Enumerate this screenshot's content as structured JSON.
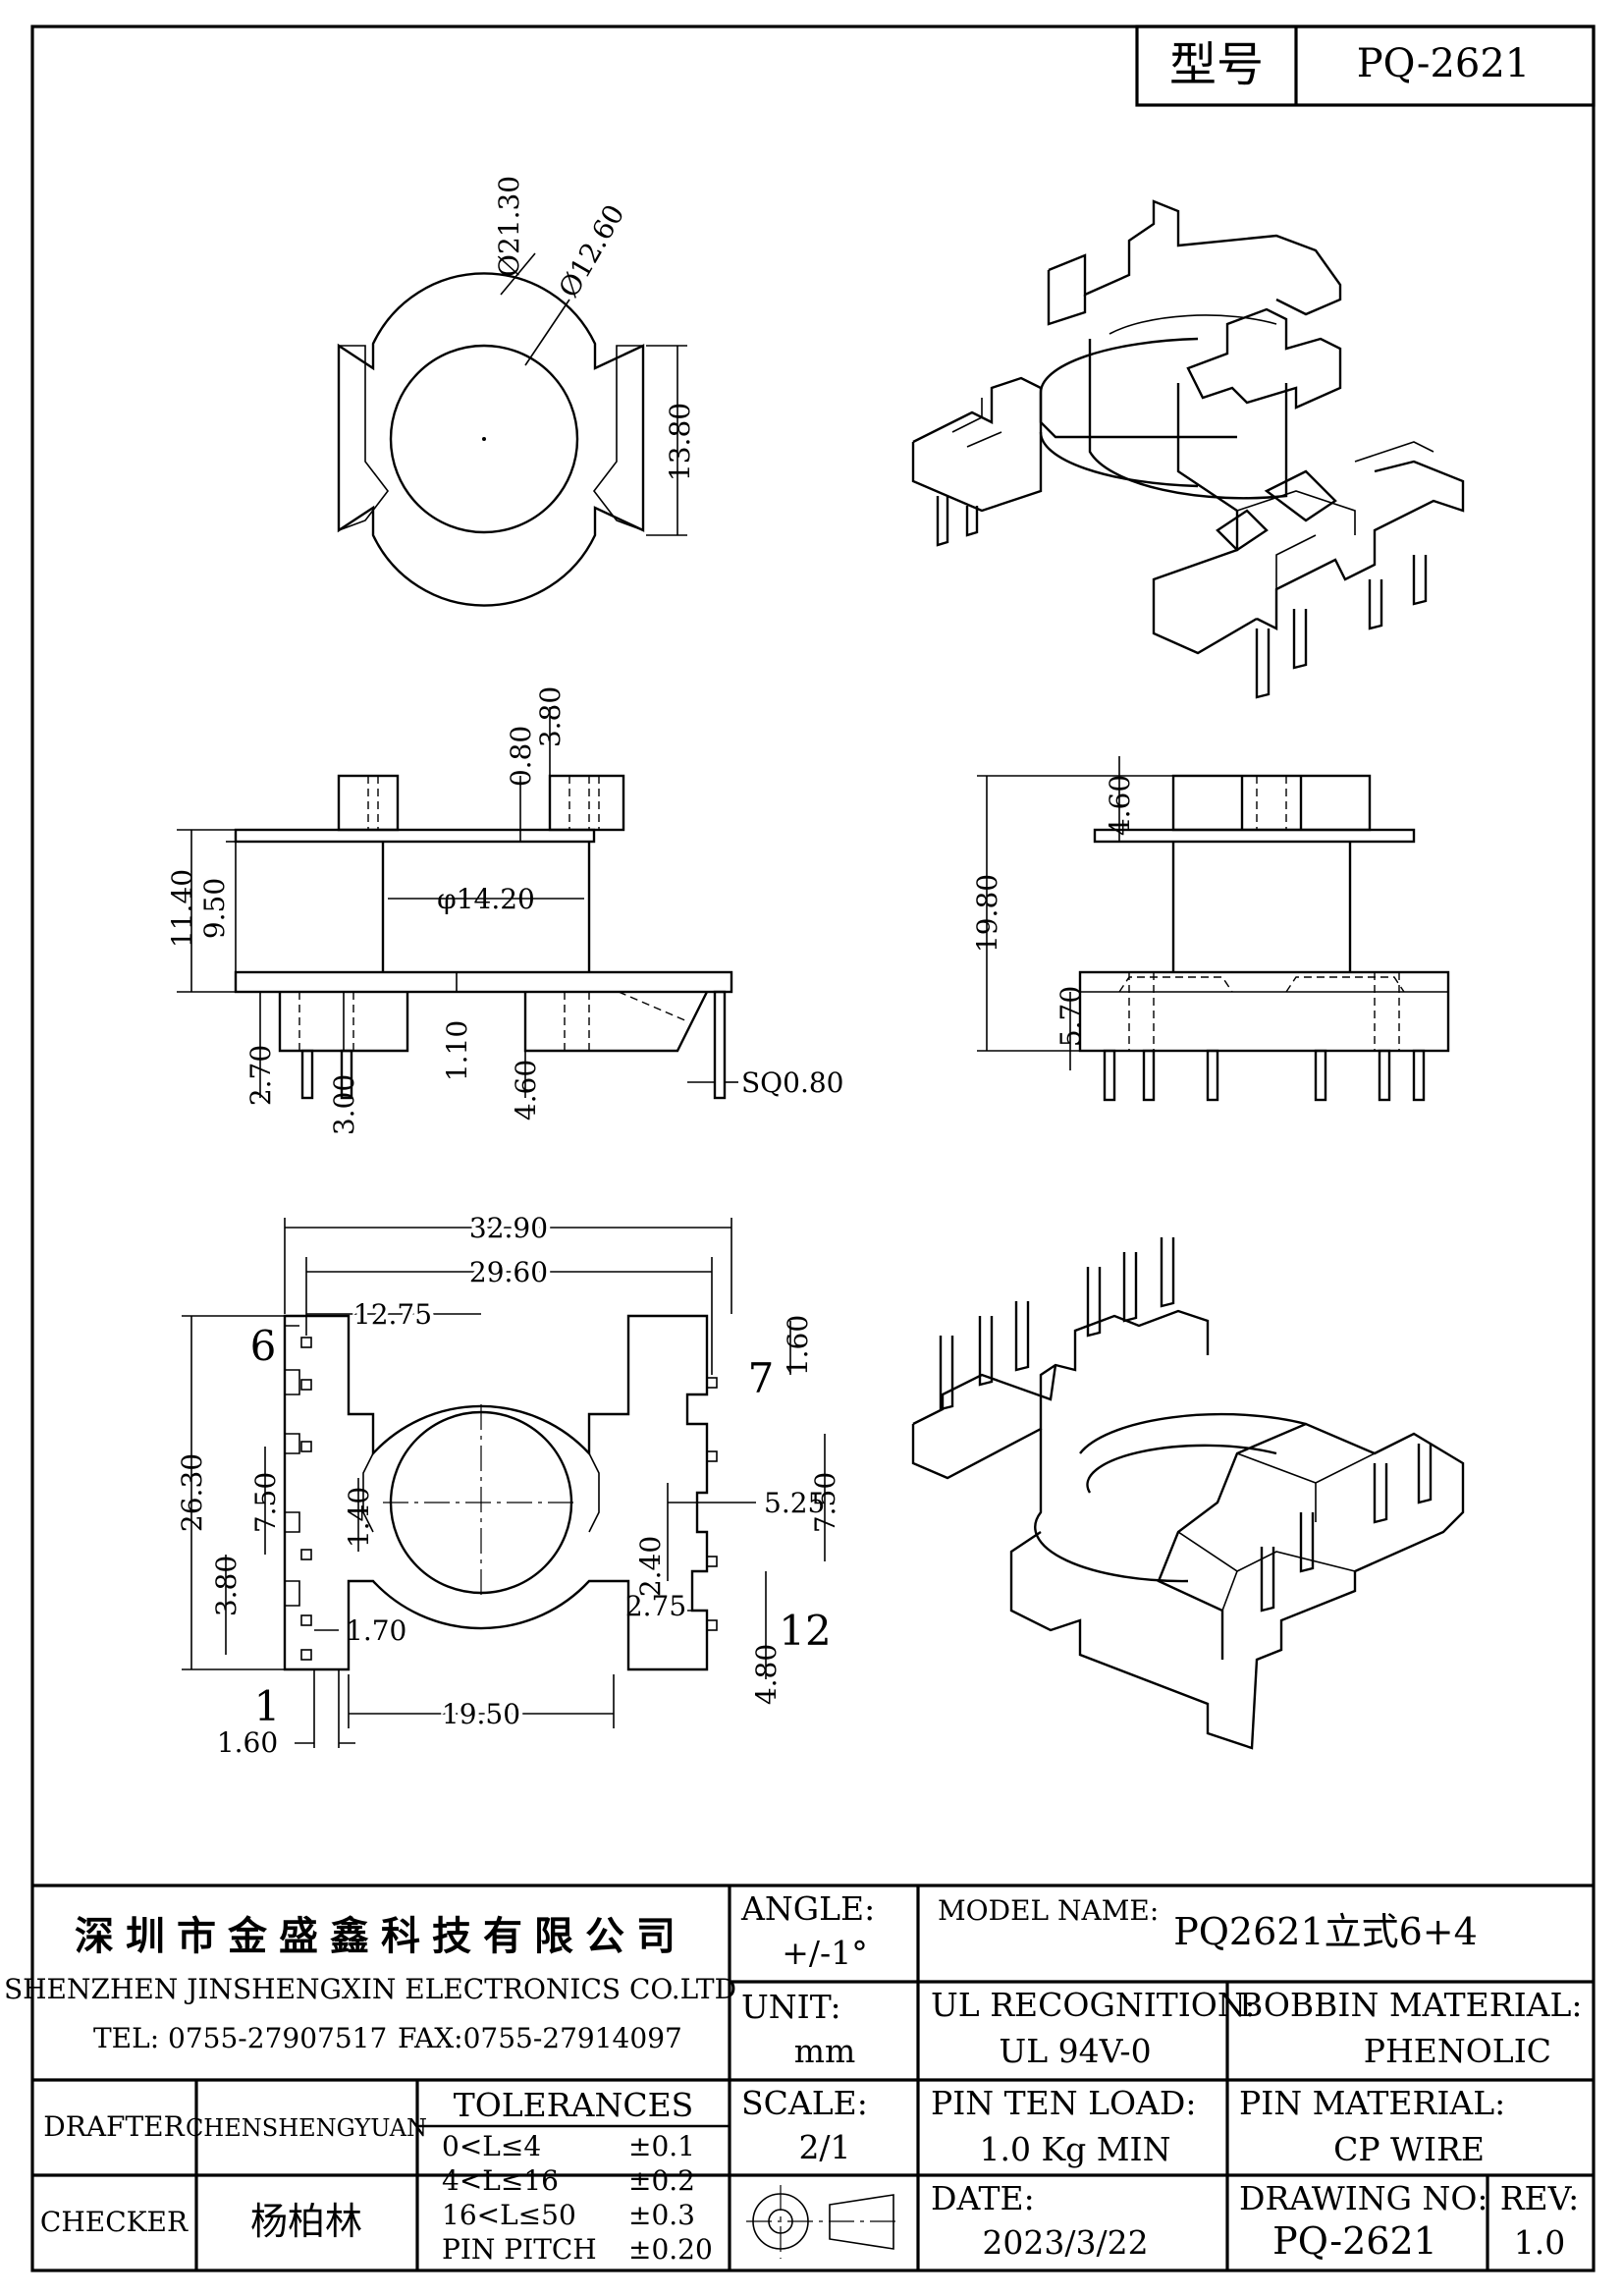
{
  "header": {
    "type_label": "型号",
    "model": "PQ-2621"
  },
  "views": {
    "top": {
      "d_outer": "Ø21.30",
      "d_inner": "Ø12.60",
      "height": "13.80"
    },
    "front": {
      "h_total": "11.40",
      "h_body": "9.50",
      "w_top": "0.80",
      "h_top": "3.80",
      "d_core": "φ14.20",
      "pin_len": "2.70",
      "base": "3.00",
      "flange": "1.10",
      "pin_gap": "4.60",
      "pin_sq": "SQ0.80"
    },
    "side": {
      "h_total": "19.80",
      "h_top": "4.60",
      "h_pin": "5.70"
    },
    "bottom": {
      "w_total": "32.90",
      "w_pins": "29.60",
      "w_left": "12.75",
      "h_total": "26.30",
      "p_a": "7.50",
      "p_b": "3.80",
      "p_c": "1.40",
      "p_d": "1.70",
      "w_slot": "19.50",
      "p_e": "1.60",
      "r_a": "1.60",
      "r_b": "5.25",
      "r_c": "7.50",
      "r_d": "2.40",
      "r_e": "2.75",
      "r_f": "4.80",
      "pin_1": "1",
      "pin_6": "6",
      "pin_7": "7",
      "pin_12": "12"
    }
  },
  "title_block": {
    "company_cn": "深圳市金盛鑫科技有限公司",
    "company_en": "SHENZHEN JINSHENGXIN ELECTRONICS CO.LTD",
    "tel": "TEL: 0755-27907517",
    "fax": "FAX:0755-27914097",
    "angle_label": "ANGLE:",
    "angle_value": "+/-1°",
    "unit_label": "UNIT:",
    "unit_value": "mm",
    "scale_label": "SCALE:",
    "scale_value": "2/1",
    "model_name_label": "MODEL NAME:",
    "model_name_value": "PQ2621立式6+4",
    "ul_label": "UL RECOGNITION:",
    "ul_value": "UL 94V-0",
    "bobbin_label": "BOBBIN MATERIAL:",
    "bobbin_value": "PHENOLIC",
    "pin_load_label": "PIN TEN LOAD:",
    "pin_load_value": "1.0 Kg MIN",
    "pin_material_label": "PIN MATERIAL:",
    "pin_material_value": "CP WIRE",
    "date_label": "DATE:",
    "date_value": "2023/3/22",
    "drawing_no_label": "DRAWING NO:",
    "drawing_no_value": "PQ-2621",
    "rev_label": "REV:",
    "rev_value": "1.0",
    "drafter_label": "DRAFTER",
    "drafter_value": "CHENSHENGYUAN",
    "checker_label": "CHECKER",
    "checker_value": "杨柏林",
    "tolerances_label": "TOLERANCES",
    "tolerances": [
      {
        "range": "0<L≤4",
        "value": "±0.1"
      },
      {
        "range": "4<L≤16",
        "value": "±0.2"
      },
      {
        "range": "16<L≤50",
        "value": "±0.3"
      },
      {
        "range": "PIN PITCH",
        "value": "±0.20"
      }
    ]
  }
}
